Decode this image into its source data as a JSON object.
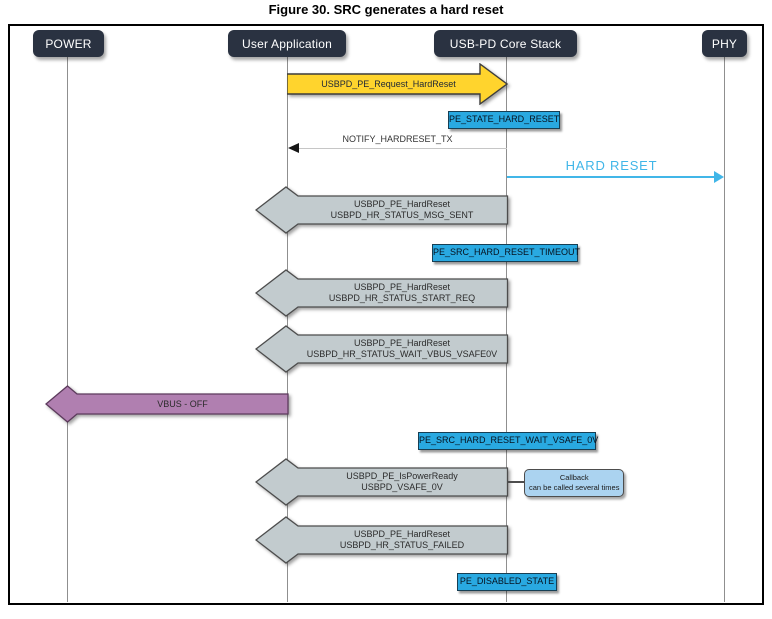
{
  "figure_title": "Figure 30. SRC generates a hard reset",
  "lifelines": [
    {
      "id": "power",
      "label": "POWER"
    },
    {
      "id": "user-application",
      "label": "User Application"
    },
    {
      "id": "usbpd-core-stack",
      "label": "USB-PD Core Stack"
    },
    {
      "id": "phy",
      "label": "PHY"
    }
  ],
  "messages": {
    "request_hardreset": "USBPD_PE_Request_HardReset",
    "notify_hardreset_tx": "NOTIFY_HARDRESET_TX",
    "hard_reset": "HARD RESET",
    "vbus_off": "VBUS - OFF",
    "hr_msg_sent": {
      "line1": "USBPD_PE_HardReset",
      "line2": "USBPD_HR_STATUS_MSG_SENT"
    },
    "hr_start_req": {
      "line1": "USBPD_PE_HardReset",
      "line2": "USBPD_HR_STATUS_START_REQ"
    },
    "hr_wait_vbus": {
      "line1": "USBPD_PE_HardReset",
      "line2": "USBPD_HR_STATUS_WAIT_VBUS_VSAFE0V"
    },
    "is_power_ready": {
      "line1": "USBPD_PE_IsPowerReady",
      "line2": "USBPD_VSAFE_0V"
    },
    "hr_failed": {
      "line1": "USBPD_PE_HardReset",
      "line2": "USBPD_HR_STATUS_FAILED"
    }
  },
  "states": {
    "pe_state_hard_reset": "PE_STATE_HARD_RESET",
    "pe_src_hard_reset_timeout": "PE_SRC_HARD_RESET_TIMEOUT",
    "pe_src_hard_reset_wait_vsafe_0v": "PE_SRC_HARD_RESET_WAIT_VSAFE_0V",
    "pe_disabled_state": "PE_DISABLED_STATE"
  },
  "note": {
    "line1": "Callback",
    "line2": "can be called several times"
  },
  "colors": {
    "request_arrow": "#ffd42d",
    "callback_arrow": "#c2cbce",
    "power_arrow": "#b07fb0",
    "state_badge": "#29a9e1",
    "note_fill": "#abd3f0",
    "hard_reset_signal": "#41b6e8",
    "lifeline_header": "#2a3241"
  }
}
